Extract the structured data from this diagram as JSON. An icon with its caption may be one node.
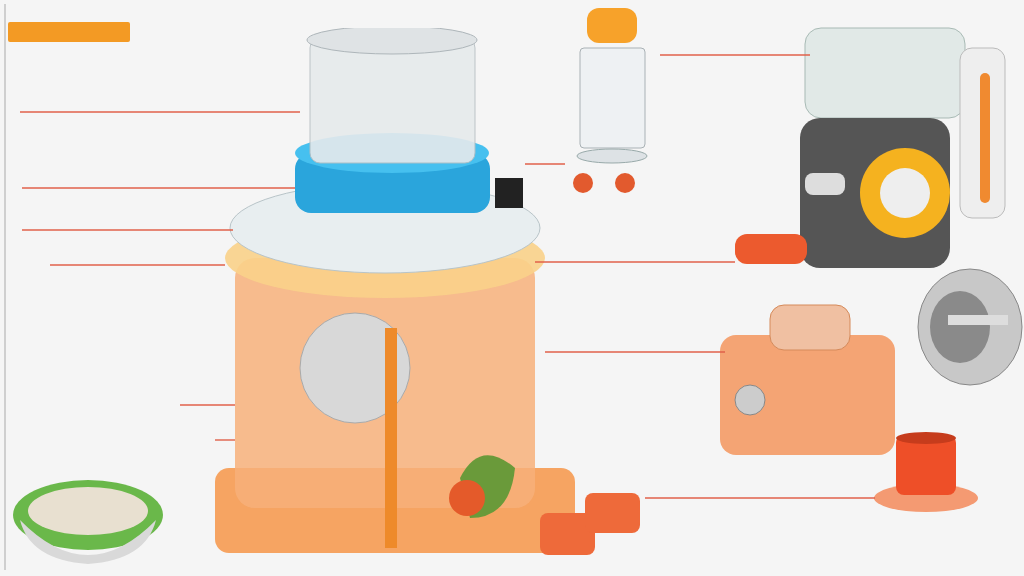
{
  "diagram": {
    "nodes": [
      {
        "text": [],
        "shape": "picture"
      },
      {
        "text": [],
        "shape": "picture"
      },
      {
        "text": [],
        "shape": "picture"
      },
      {
        "text": [],
        "shape": "bar"
      },
      {
        "text": [],
        "shape": "picture"
      },
      {
        "text": [],
        "shape": "picture"
      },
      {
        "text": [],
        "shape": "picture"
      },
      {
        "text": [],
        "shape": "picture"
      },
      {
        "text": [],
        "shape": "picture"
      },
      {
        "text": [],
        "shape": "box"
      }
    ],
    "edges": [
      {
        "from": null,
        "to": 0,
        "arrow": "none"
      },
      {
        "from": null,
        "to": 0,
        "arrow": "none"
      },
      {
        "from": null,
        "to": 0,
        "arrow": "none"
      },
      {
        "from": null,
        "to": 0,
        "arrow": "none"
      },
      {
        "from": null,
        "to": 0,
        "arrow": "none"
      },
      {
        "from": null,
        "to": 0,
        "arrow": "none"
      },
      {
        "from": 1,
        "to": 2,
        "arrow": "none"
      },
      {
        "from": 0,
        "to": 1,
        "arrow": "none"
      },
      {
        "from": 0,
        "to": 3,
        "arrow": "none"
      },
      {
        "from": 0,
        "to": 4,
        "arrow": "none"
      },
      {
        "from": 8,
        "to": 6,
        "arrow": "none"
      }
    ]
  }
}
